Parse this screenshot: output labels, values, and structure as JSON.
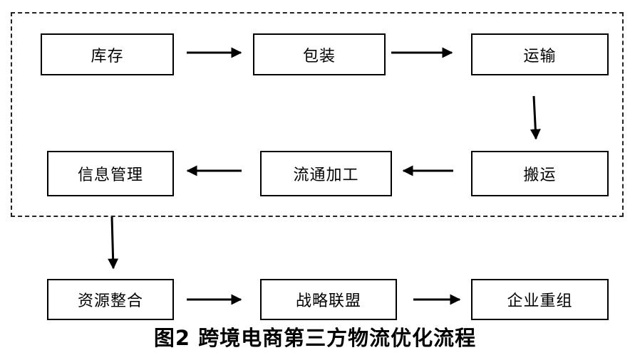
{
  "diagram": {
    "nodes": {
      "inventory": "库存",
      "packaging": "包装",
      "transport": "运输",
      "handling": "搬运",
      "processing": "流通加工",
      "info_management": "信息管理",
      "resource_integration": "资源整合",
      "strategic_alliance": "战略联盟",
      "enterprise_restructuring": "企业重组"
    },
    "caption": "图2 跨境电商第三方物流优化流程"
  }
}
